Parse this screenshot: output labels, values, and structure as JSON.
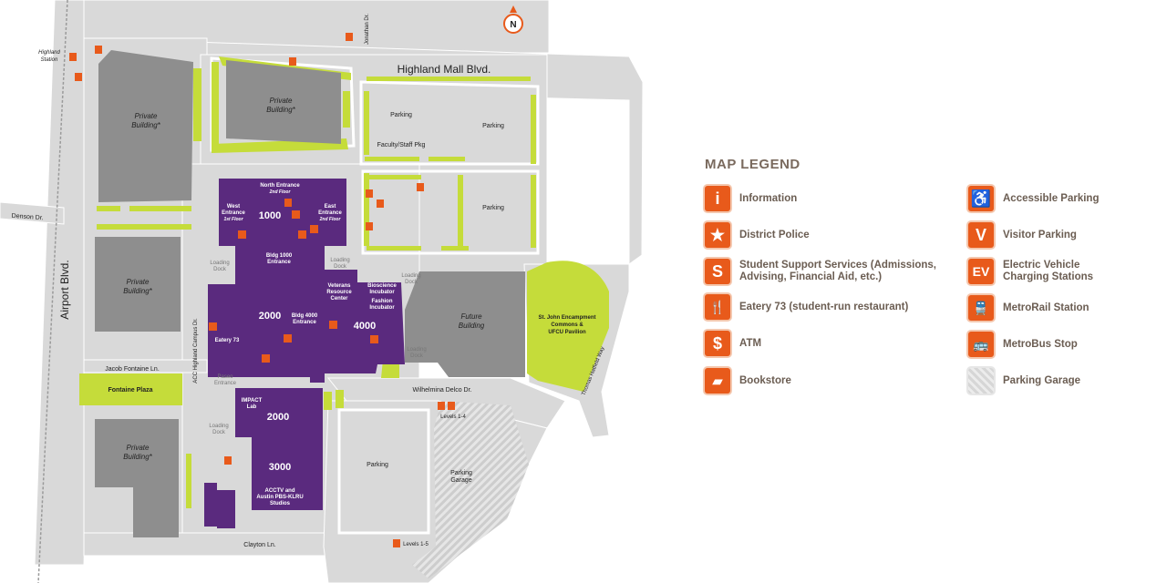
{
  "map": {
    "streets": {
      "airport_blvd": "Airport Blvd.",
      "highland_mall_blvd": "Highland Mall Blvd.",
      "denson_dr": "Denson Dr.",
      "jonathan_dr": "Jonathan Dr.",
      "jacob_fontaine_ln": "Jacob Fontaine Ln.",
      "wilhelmina_delco_dr": "Wilhelmina Delco Dr.",
      "clayton_ln": "Clayton Ln.",
      "thomas_hatfield_way": "Thomas Hatfield Way",
      "acc_highland_campus_dr": "ACC Highland Campus Dr."
    },
    "places": {
      "highland_station": [
        "Highland",
        "Station"
      ],
      "private_building": [
        "Private",
        "Building*"
      ],
      "fontaine_plaza": "Fontaine Plaza",
      "parking": "Parking",
      "faculty_staff_pkg": "Faculty/Staff Pkg",
      "future_building": [
        "Future",
        "Building"
      ],
      "st_john": [
        "St. John Encampment",
        "Commons &",
        "UFCU Pavilion"
      ],
      "parking_garage": [
        "Parking",
        "Garage"
      ],
      "levels_1_4": "Levels 1-4",
      "levels_1_5": "Levels 1-5",
      "loading_dock": [
        "Loading",
        "Dock"
      ],
      "paseo_entrance": [
        "Paseo",
        "Entrance"
      ]
    },
    "buildings": {
      "b1000": "1000",
      "b2000": "2000",
      "b2000_south": "2000",
      "b3000": "3000",
      "b4000": "4000",
      "north_entrance": [
        "North Entrance",
        "2nd Floor"
      ],
      "west_entrance": [
        "West",
        "Entrance",
        "1st Floor"
      ],
      "east_entrance": [
        "East",
        "Entrance",
        "2nd Floor"
      ],
      "bldg1000_entrance": [
        "Bldg 1000",
        "Entrance"
      ],
      "bldg4000_entrance": [
        "Bldg 4000",
        "Entrance"
      ],
      "eatery73": "Eatery 73",
      "veterans": [
        "Veterans",
        "Resource",
        "Center"
      ],
      "bioscience": [
        "Bioscience",
        "Incubator"
      ],
      "fashion": [
        "Fashion",
        "Incubator"
      ],
      "impact_lab": [
        "IMPACT",
        "Lab"
      ],
      "acctv": [
        "ACCTV and",
        "Austin PBS-KLRU",
        "Studios"
      ]
    },
    "compass": "N"
  },
  "legend": {
    "title": "MAP LEGEND",
    "items": [
      {
        "name": "information",
        "glyph": "i",
        "label": [
          "Information"
        ]
      },
      {
        "name": "district-police",
        "glyph": "★",
        "label": [
          "District Police"
        ]
      },
      {
        "name": "student-support-services",
        "glyph": "S",
        "label": [
          "Student Support Services (Admissions,",
          "Advising, Financial Aid, etc.)"
        ]
      },
      {
        "name": "eatery-73",
        "glyph": "🍴",
        "label": [
          "Eatery 73 (student-run restaurant)"
        ]
      },
      {
        "name": "atm",
        "glyph": "$",
        "label": [
          "ATM"
        ]
      },
      {
        "name": "bookstore",
        "glyph": "▰",
        "label": [
          "Bookstore"
        ]
      },
      {
        "name": "accessible-parking",
        "glyph": "♿",
        "label": [
          "Accessible Parking"
        ]
      },
      {
        "name": "visitor-parking",
        "glyph": "V",
        "label": [
          "Visitor Parking"
        ]
      },
      {
        "name": "ev-charging",
        "glyph": "EV",
        "label": [
          "Electric Vehicle",
          "Charging Stations"
        ]
      },
      {
        "name": "metrorail-station",
        "glyph": "🚆",
        "label": [
          "MetroRail Station"
        ]
      },
      {
        "name": "metrobus-stop",
        "glyph": "🚌",
        "label": [
          "MetroBus Stop"
        ]
      },
      {
        "name": "parking-garage",
        "glyph": "",
        "label": [
          "Parking Garage"
        ]
      }
    ]
  },
  "colors": {
    "road": "#d7d7d7",
    "road_edge": "#ffffff",
    "building_gray": "#8c8c8c",
    "campus_purple": "#5a2a7e",
    "green": "#c5dc3a",
    "accent": "#e85a1b",
    "legend_text": "#6b5d52"
  }
}
